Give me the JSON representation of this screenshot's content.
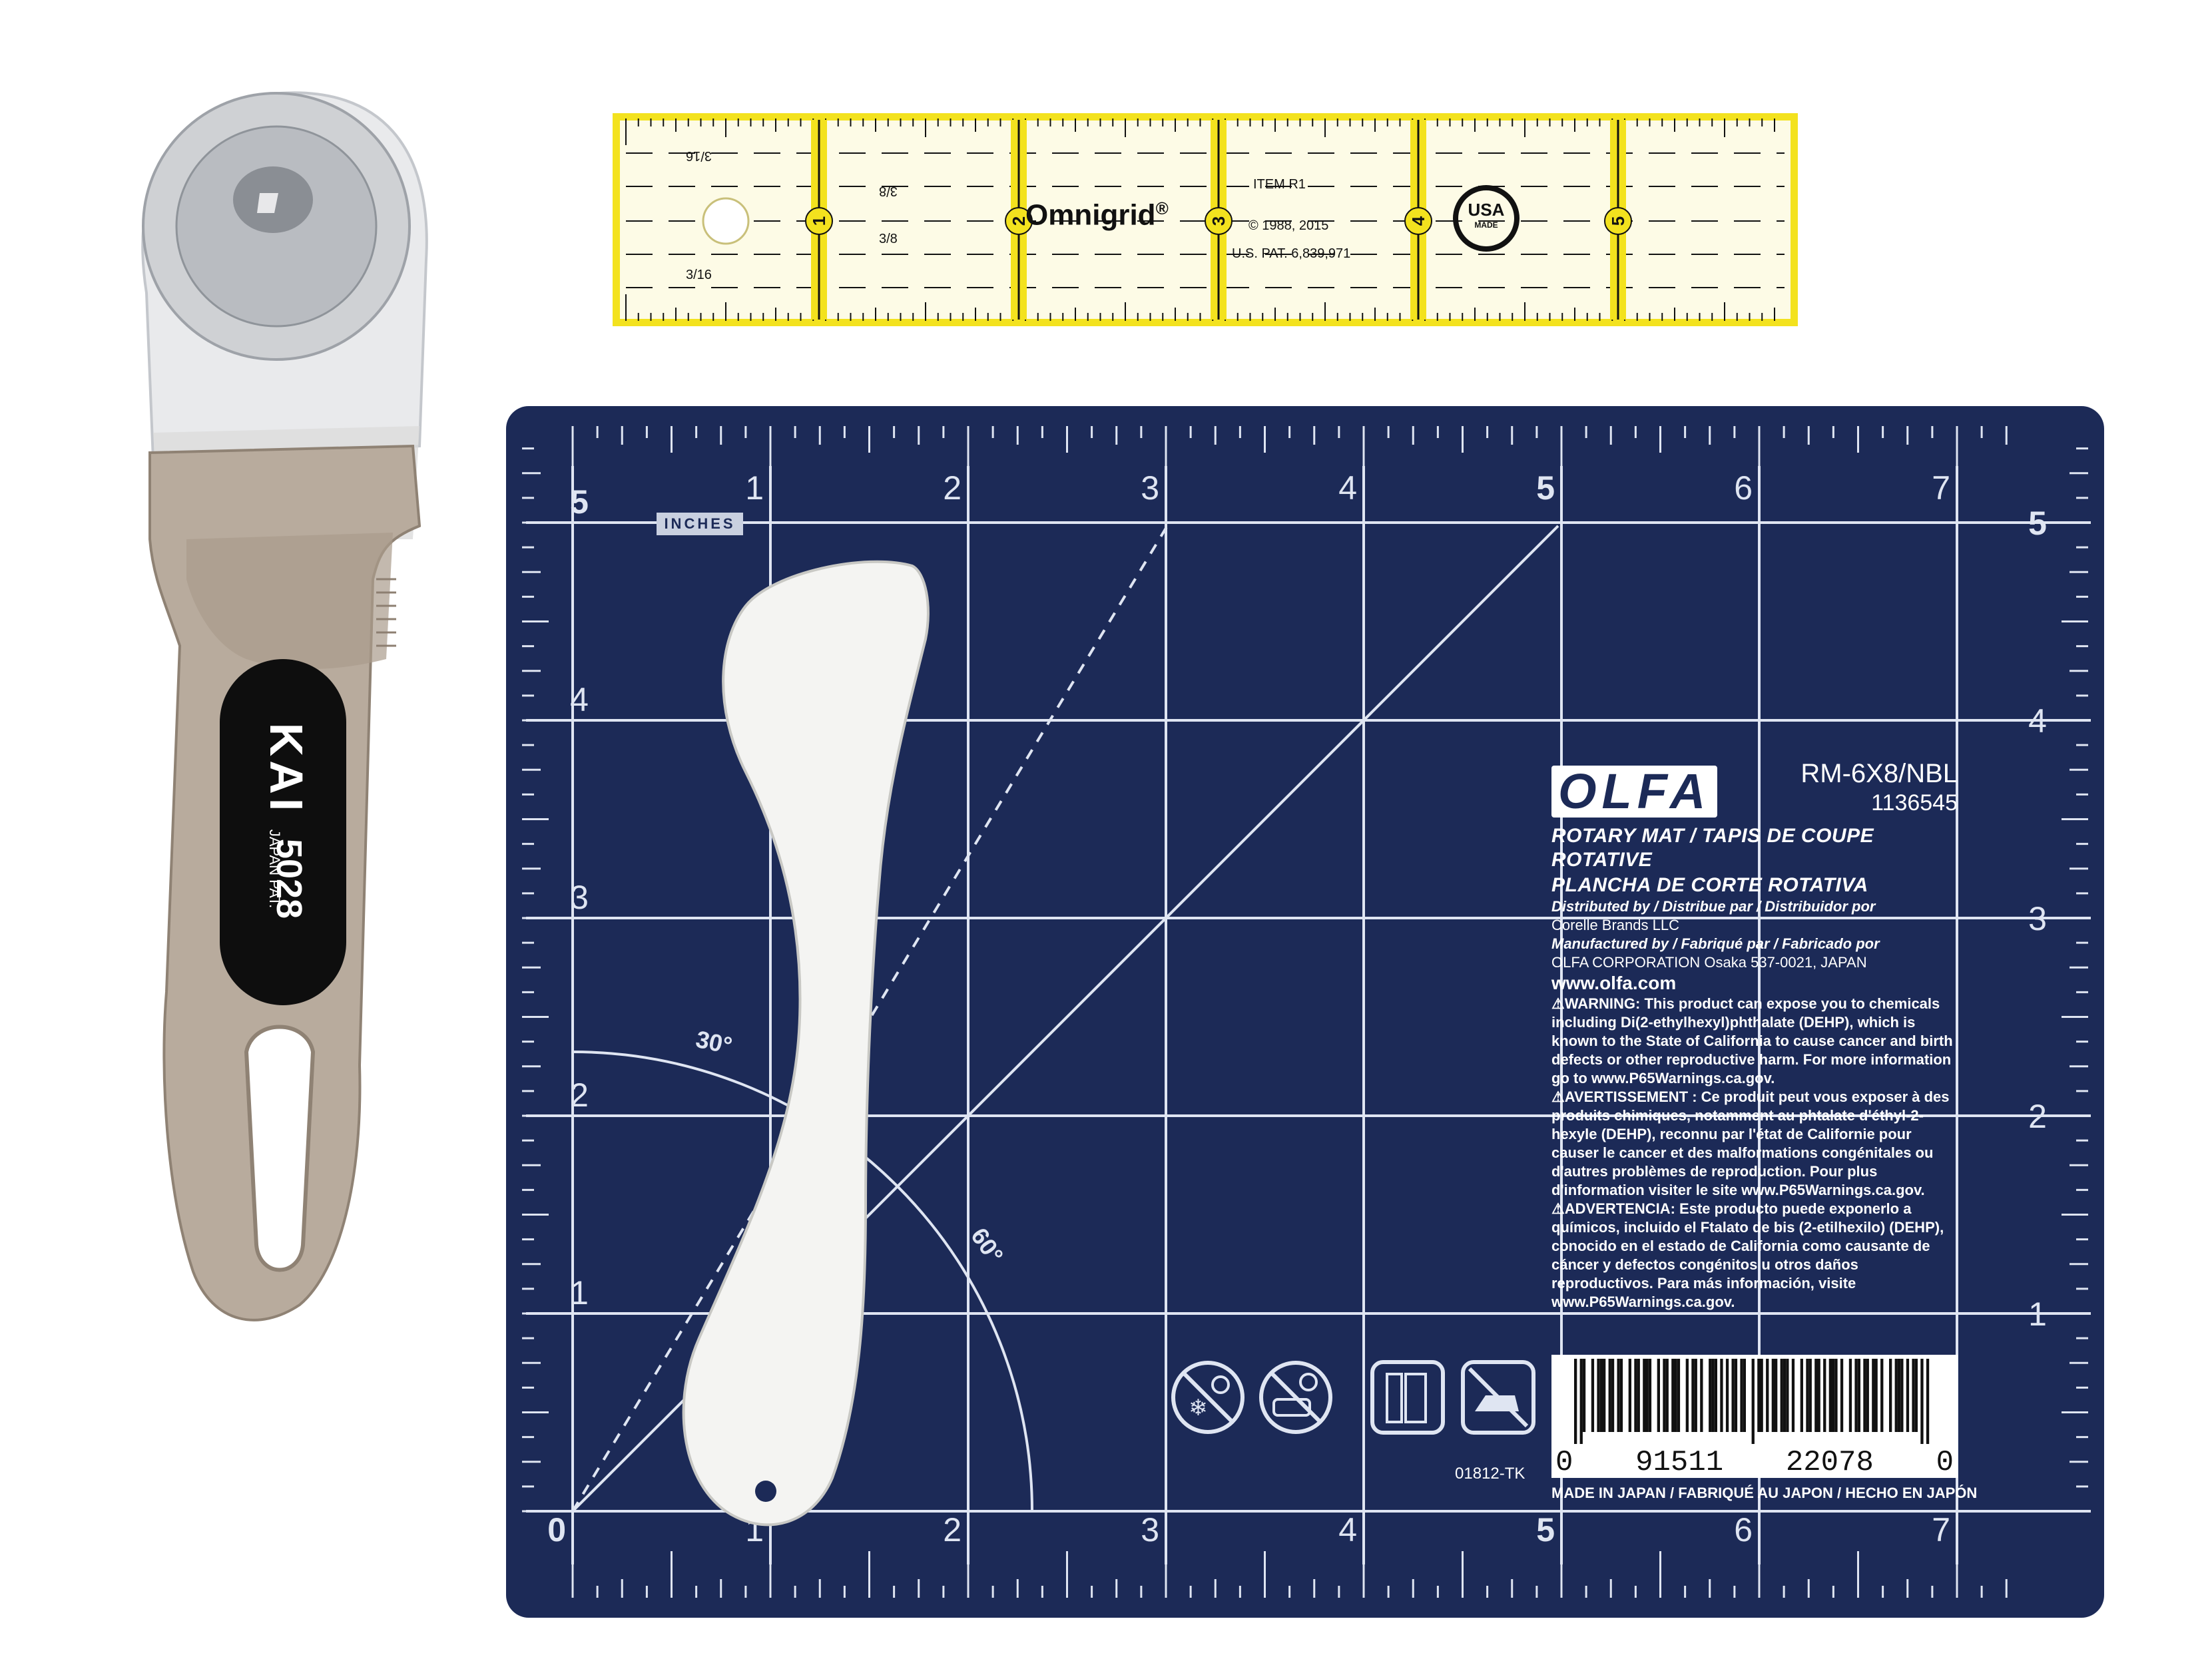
{
  "scene": {
    "background": "#ffffff",
    "description_colors": {
      "cutter_body": "#b7ab9e",
      "cutter_label": "#111111",
      "ruler_yellow": "#f3e21e",
      "mat_navy": "#1c2a57",
      "mat_lines": "#dfe5f2",
      "spatula": "#f4f4f2"
    }
  },
  "cutter": {
    "brand": "KAI",
    "model": "5028",
    "patent": "JAPAN PAT."
  },
  "ruler": {
    "brand": "Omnigrid",
    "registered": "®",
    "item": "ITEM R1",
    "copyright": "© 1988, 2015",
    "patent": "U.S. PAT. 6,839,971",
    "badge_top": "USA",
    "badge_bottom": "MADE",
    "inch_marks": [
      "1",
      "2",
      "3",
      "4",
      "5"
    ],
    "fraction_labels": [
      "3/16",
      "3/8",
      "3/8",
      "3/16"
    ]
  },
  "mat": {
    "units_tag": "INCHES",
    "top_scale": [
      "1",
      "2",
      "3",
      "4",
      "5",
      "6",
      "7"
    ],
    "bottom_scale": [
      "0",
      "1",
      "2",
      "3",
      "4",
      "5",
      "6",
      "7"
    ],
    "left_scale": [
      "5",
      "4",
      "3",
      "2",
      "1"
    ],
    "right_scale": [
      "5",
      "4",
      "3",
      "2",
      "1"
    ],
    "angle_30": "30°",
    "angle_60": "60°",
    "product_code": "01812-TK",
    "label": {
      "logo": "OLFA",
      "model": "RM-6X8/NBL",
      "number": "1136545",
      "title_en_fr": "ROTARY MAT / TAPIS DE COUPE ROTATIVE",
      "title_es": "PLANCHA DE CORTE ROTATIVA",
      "distributed_by": "Distributed by / Distribue par / Distribuidor por",
      "distributor": "Corelle Brands LLC",
      "manufactured_by": "Manufactured by / Fabriqué par / Fabricado por",
      "manufacturer": "OLFA CORPORATION  Osaka 537-0021, JAPAN",
      "website": "www.olfa.com",
      "warning_en": "⚠WARNING: This product can expose you to chemicals including Di(2-ethylhexyl)phthalate (DEHP), which is known to the State of California to cause cancer and birth defects or other reproductive harm. For more information go to www.P65Warnings.ca.gov.",
      "warning_fr": "⚠AVERTISSEMENT : Ce produit peut vous exposer à des produits chimiques, notamment au phtalate d'éthyl-2-hexyle (DEHP), reconnu par l'état de Californie pour causer le cancer et des malformations congénitales ou d'autres problèmes de reproduction. Pour plus d'information visiter le site www.P65Warnings.ca.gov.",
      "warning_es": "⚠ADVERTENCIA: Este producto puede exponerlo a químicos, incluido el Ftalato de bis (2-etilhexilo) (DEHP), conocido en el estado de California como causante de cáncer y defectos congénitos u otros daños reproductivos. Para más información, visite www.P65Warnings.ca.gov.",
      "barcode_digits": [
        "0",
        "91511",
        "22078",
        "0"
      ],
      "made_in": "MADE IN  JAPAN / FABRIQUÉ AU JAPON / HECHO EN JAPÓN"
    },
    "care_icons": [
      "no-heat-cold-icon",
      "no-sun-car-icon",
      "store-flat-icon",
      "no-iron-icon"
    ]
  }
}
